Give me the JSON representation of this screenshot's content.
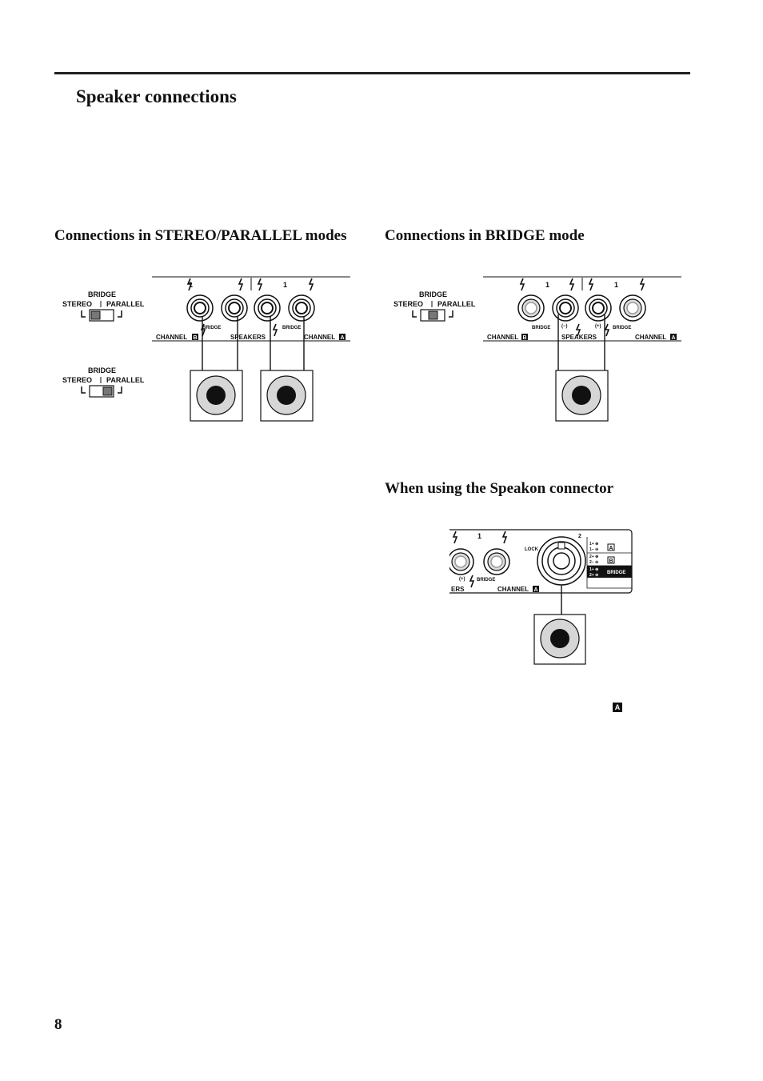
{
  "page": {
    "title": "Speaker connections",
    "page_number": "8"
  },
  "sections": {
    "stereo_parallel": {
      "heading": "Connections in STEREO/PARALLEL modes"
    },
    "bridge": {
      "heading": "Connections in BRIDGE mode"
    },
    "speakon": {
      "heading": "When using the Speakon connector"
    }
  },
  "panel": {
    "bridge": "BRIDGE",
    "stereo": "STEREO",
    "parallel": "PARALLEL",
    "channel_b": "CHANNEL",
    "channel_a": "CHANNEL",
    "channel_b_badge": "B",
    "channel_a_badge": "A",
    "speakers": "SPEAKERS",
    "speakers_cut": "ERS",
    "jack_number": "1",
    "speakon_number": "2",
    "bridge_small": "BRIDGE",
    "lock": "LOCK",
    "minus_paren": "(−)",
    "plus_paren": "(+)",
    "pin_a_1": "1+ ⊕",
    "pin_a_2": "1− ⊖",
    "pin_b_1": "2+ ⊕",
    "pin_b_2": "2− ⊖",
    "pin_br_1": "1+ ⊕",
    "pin_br_2": "2+ ⊖",
    "pin_table_a": "A",
    "pin_table_b": "B",
    "pin_table_bridge": "BRIDGE"
  },
  "footnote_badge": "A"
}
